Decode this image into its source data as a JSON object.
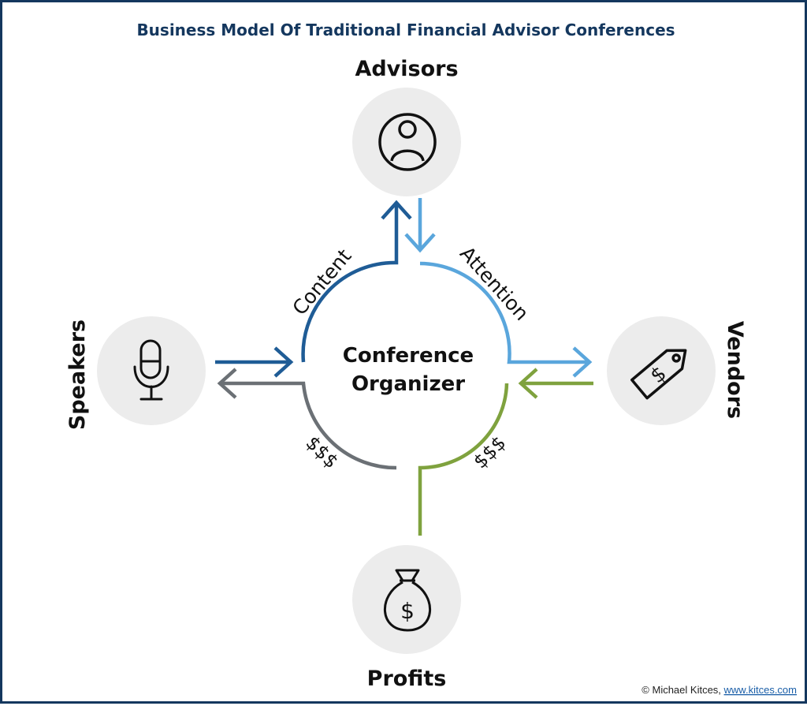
{
  "title": "Business Model Of Traditional Financial Advisor Conferences",
  "center": {
    "line1": "Conference",
    "line2": "Organizer"
  },
  "nodes": {
    "advisors": {
      "label": "Advisors",
      "icon": "person-icon"
    },
    "speakers": {
      "label": "Speakers",
      "icon": "microphone-icon"
    },
    "vendors": {
      "label": "Vendors",
      "icon": "price-tag-icon"
    },
    "profits": {
      "label": "Profits",
      "icon": "money-bag-icon"
    }
  },
  "flows": {
    "content": "Content",
    "attention": "Attention",
    "money_speakers": "$$$",
    "money_vendors": "$$$"
  },
  "credit": {
    "text": "© Michael Kitces, ",
    "link": "www.kitces.com"
  },
  "colors": {
    "title": "#14375e",
    "content_flow": "#1f5c96",
    "attention_flow": "#5aa6dc",
    "speaker_payment_flow": "#6b7075",
    "vendor_payment_flow": "#7fa23e",
    "node_circle": "#ececec",
    "border": "#14375e"
  }
}
